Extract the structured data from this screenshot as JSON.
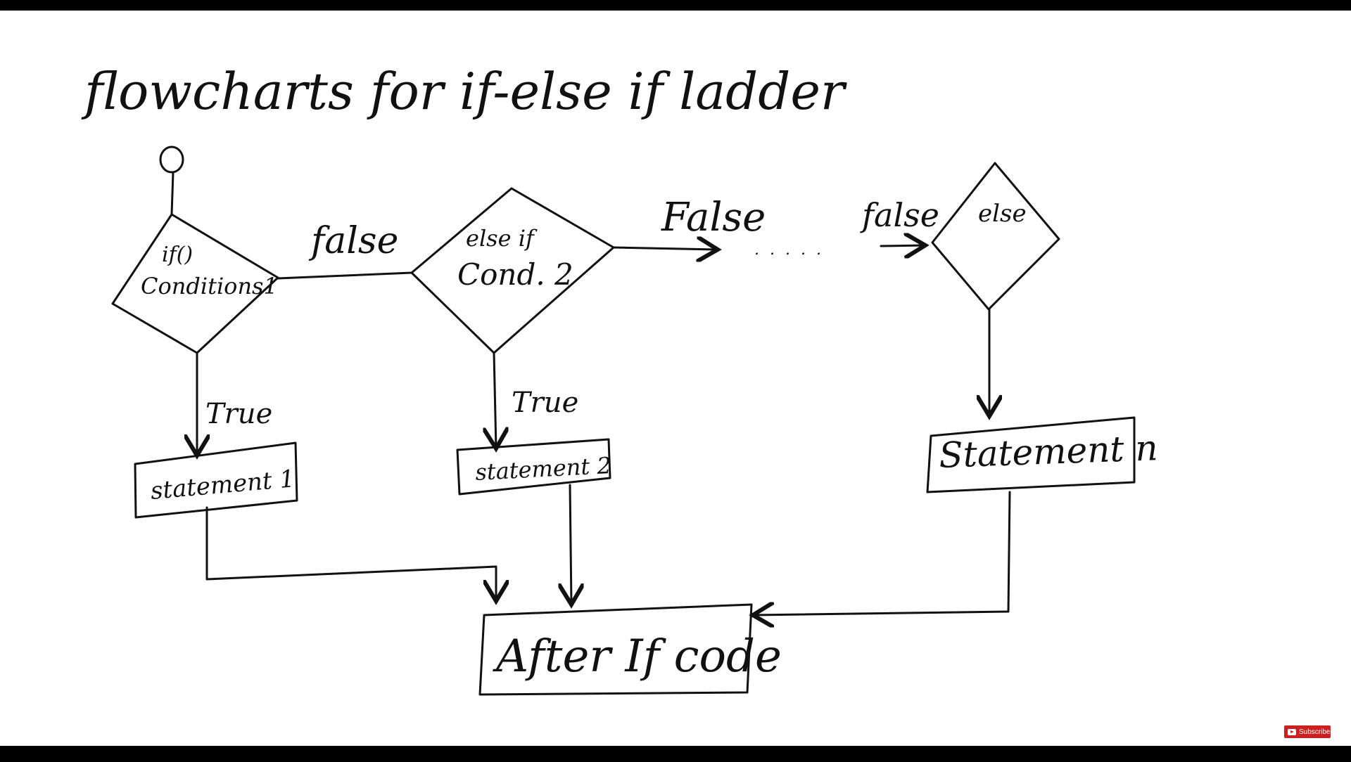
{
  "title": "flowcharts for if-else if ladder",
  "nodes": {
    "start": "O",
    "cond1_line1": "if()",
    "cond1_line2": "Conditions1",
    "cond2_line1": "else if",
    "cond2_line2": "Cond. 2",
    "else": "else",
    "stmt1": "statement 1",
    "stmt2": "statement 2",
    "stmtn": "Statement n",
    "after": "After If code"
  },
  "edges": {
    "false1": "false",
    "false2": "False",
    "false3": "false",
    "true1": "True",
    "true2": "True",
    "ellipsis": ". . . . ."
  },
  "overlay": {
    "subscribe_label": "Subscribe",
    "icon": "youtube-play-icon"
  }
}
